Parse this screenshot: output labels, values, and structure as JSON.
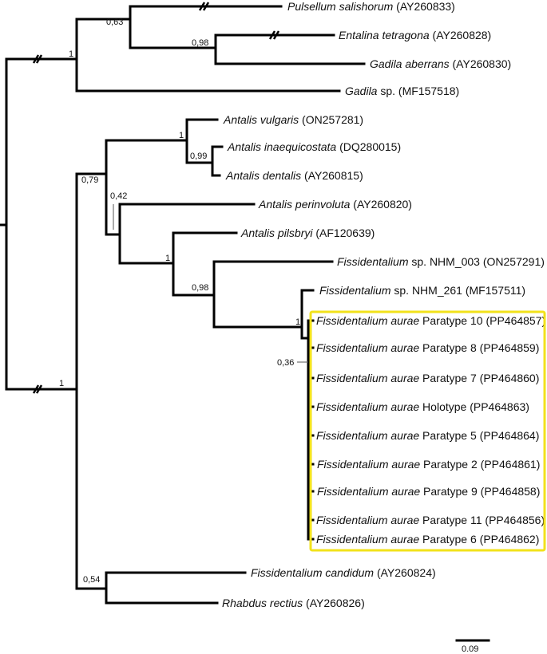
{
  "tips": [
    {
      "species": "Pulsellum salishorum",
      "rest": " (AY260833)"
    },
    {
      "species": "Entalina tetragona",
      "rest": " (AY260828)"
    },
    {
      "species": "Gadila aberrans",
      "rest": " (AY260830)"
    },
    {
      "species": "Gadila",
      "rest": " sp. (MF157518)"
    },
    {
      "species": "Antalis vulgaris",
      "rest": " (ON257281)"
    },
    {
      "species": "Antalis inaequicostata",
      "rest": " (DQ280015)"
    },
    {
      "species": "Antalis dentalis",
      "rest": " (AY260815)"
    },
    {
      "species": "Antalis perinvoluta",
      "rest": " (AY260820)"
    },
    {
      "species": "Antalis pilsbryi",
      "rest": " (AF120639)"
    },
    {
      "species": "Fissidentalium",
      "rest": " sp. NHM_003 (ON257291)"
    },
    {
      "species": "Fissidentalium",
      "rest": " sp. NHM_261 (MF157511)"
    },
    {
      "species": "Fissidentalium aurae",
      "rest": " Paratype 10 (PP464857)"
    },
    {
      "species": "Fissidentalium aurae",
      "rest": " Paratype  8 (PP464859)"
    },
    {
      "species": "Fissidentalium aurae",
      "rest": " Paratype 7 (PP464860)"
    },
    {
      "species": "Fissidentalium aurae",
      "rest": " Holotype (PP464863)"
    },
    {
      "species": "Fissidentalium aurae",
      "rest": " Paratype 5 (PP464864)"
    },
    {
      "species": "Fissidentalium aurae",
      "rest": " Paratype 2 (PP464861)"
    },
    {
      "species": "Fissidentalium aurae",
      "rest": " Paratype 9 (PP464858)"
    },
    {
      "species": "Fissidentalium aurae",
      "rest": " Paratype 11 (PP464856)"
    },
    {
      "species": "Fissidentalium aurae",
      "rest": " Paratype 6 (PP464862)"
    },
    {
      "species": "Fissidentalium candidum",
      "rest": " (AY260824)"
    },
    {
      "species": "Rhabdus rectius",
      "rest": " (AY260826)"
    }
  ],
  "supports": [
    "0,63",
    "1",
    "0,98",
    "1",
    "1",
    "0,99",
    "0,79",
    "0,42",
    "1",
    "0,98",
    "1",
    "0,36",
    "0,54"
  ],
  "scale_bar": {
    "label": "0.09"
  },
  "colors": {
    "branch": "#000000",
    "highlight": "#f2e21b"
  }
}
